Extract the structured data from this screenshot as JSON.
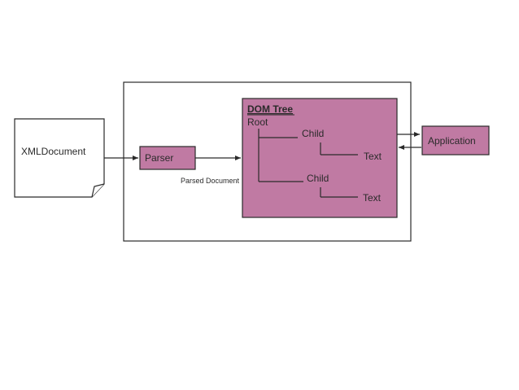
{
  "colors": {
    "accent_fill": "#c07aa3",
    "stroke": "#2a2a2a",
    "background": "#ffffff"
  },
  "nodes": {
    "xml_document": "XMLDocument",
    "parser": "Parser",
    "parsed_document": "Parsed Document",
    "dom_tree_title": "DOM Tree",
    "root": "Root",
    "child_1": "Child",
    "text_1": "Text",
    "child_2": "Child",
    "text_2": "Text",
    "application": "Application"
  }
}
